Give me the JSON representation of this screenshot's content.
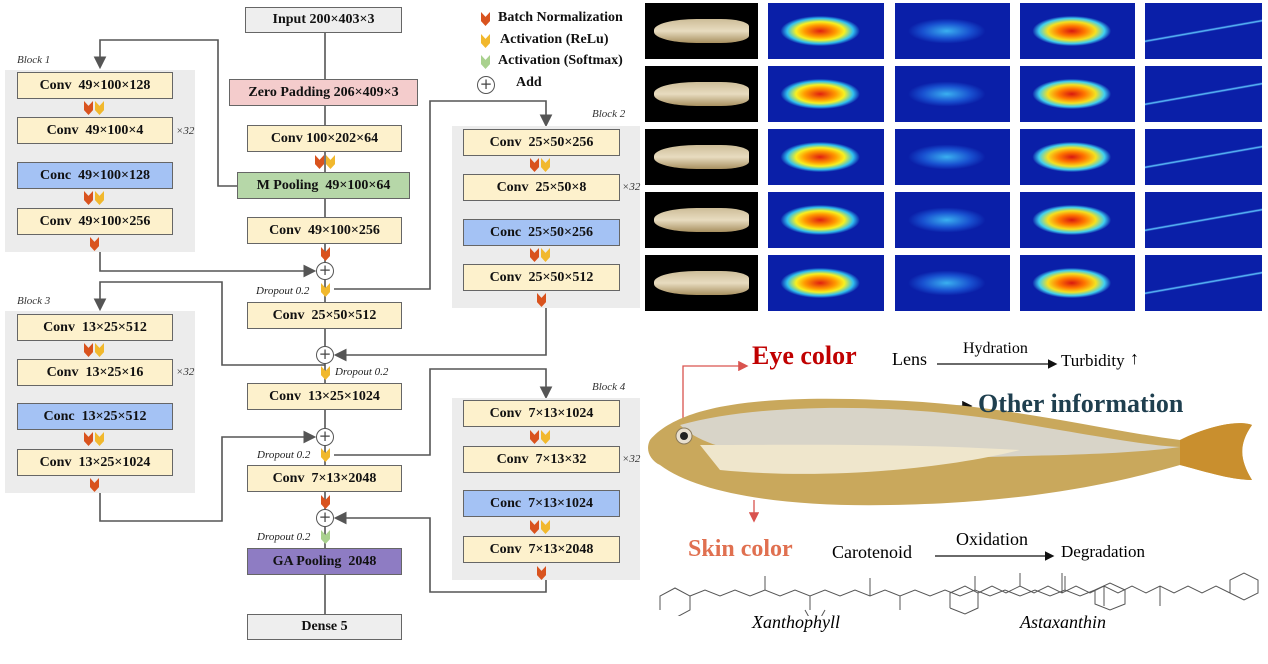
{
  "legend": {
    "batch_norm": "Batch Normalization",
    "relu": "Activation (ReLu)",
    "softmax": "Activation (Softmax)",
    "add": "Add",
    "add_symbol": "+"
  },
  "main": {
    "input": "Input 200×403×3",
    "zero_padding": "Zero Padding 206×409×3",
    "conv1": "Conv 100×202×64",
    "mpool": "M Pooling  49×100×64",
    "conv2": "Conv  49×100×256",
    "conv3": "Conv  25×50×512",
    "conv4": "Conv  13×25×1024",
    "conv5": "Conv  7×13×2048",
    "gapool": "GA Pooling  2048",
    "dense": "Dense 5",
    "dropout": "Dropout 0.2"
  },
  "blocks": [
    {
      "label": "Block 1",
      "repeat": "×32",
      "layers": [
        "Conv  49×100×128",
        "Conv  49×100×4",
        "Conc  49×100×128",
        "Conv  49×100×256"
      ]
    },
    {
      "label": "Block 2",
      "repeat": "×32",
      "layers": [
        "Conv  25×50×256",
        "Conv  25×50×8",
        "Conc  25×50×256",
        "Conv  25×50×512"
      ]
    },
    {
      "label": "Block 3",
      "repeat": "×32",
      "layers": [
        "Conv  13×25×512",
        "Conv  13×25×16",
        "Conc  13×25×512",
        "Conv  13×25×1024"
      ]
    },
    {
      "label": "Block 4",
      "repeat": "×32",
      "layers": [
        "Conv  7×13×1024",
        "Conv  7×13×32",
        "Conc  7×13×1024",
        "Conv  7×13×2048"
      ]
    }
  ],
  "fish": {
    "eye_color": "Eye color",
    "lens": "Lens",
    "hydration": "Hydration",
    "turbidity": "Turbidity",
    "up_arrow": "↑",
    "other": "Other information",
    "skin_color": "Skin color",
    "carotenoid": "Carotenoid",
    "oxidation": "Oxidation",
    "degradation": "Degradation",
    "xanthophyll": "Xanthophyll",
    "astaxanthin": "Astaxanthin"
  },
  "colors": {
    "eye": "#c00000",
    "skin": "#e07050",
    "other": "#1f3f4f",
    "bn": "#d9531e",
    "relu": "#f1b82d",
    "softmax": "#a9d18e"
  }
}
